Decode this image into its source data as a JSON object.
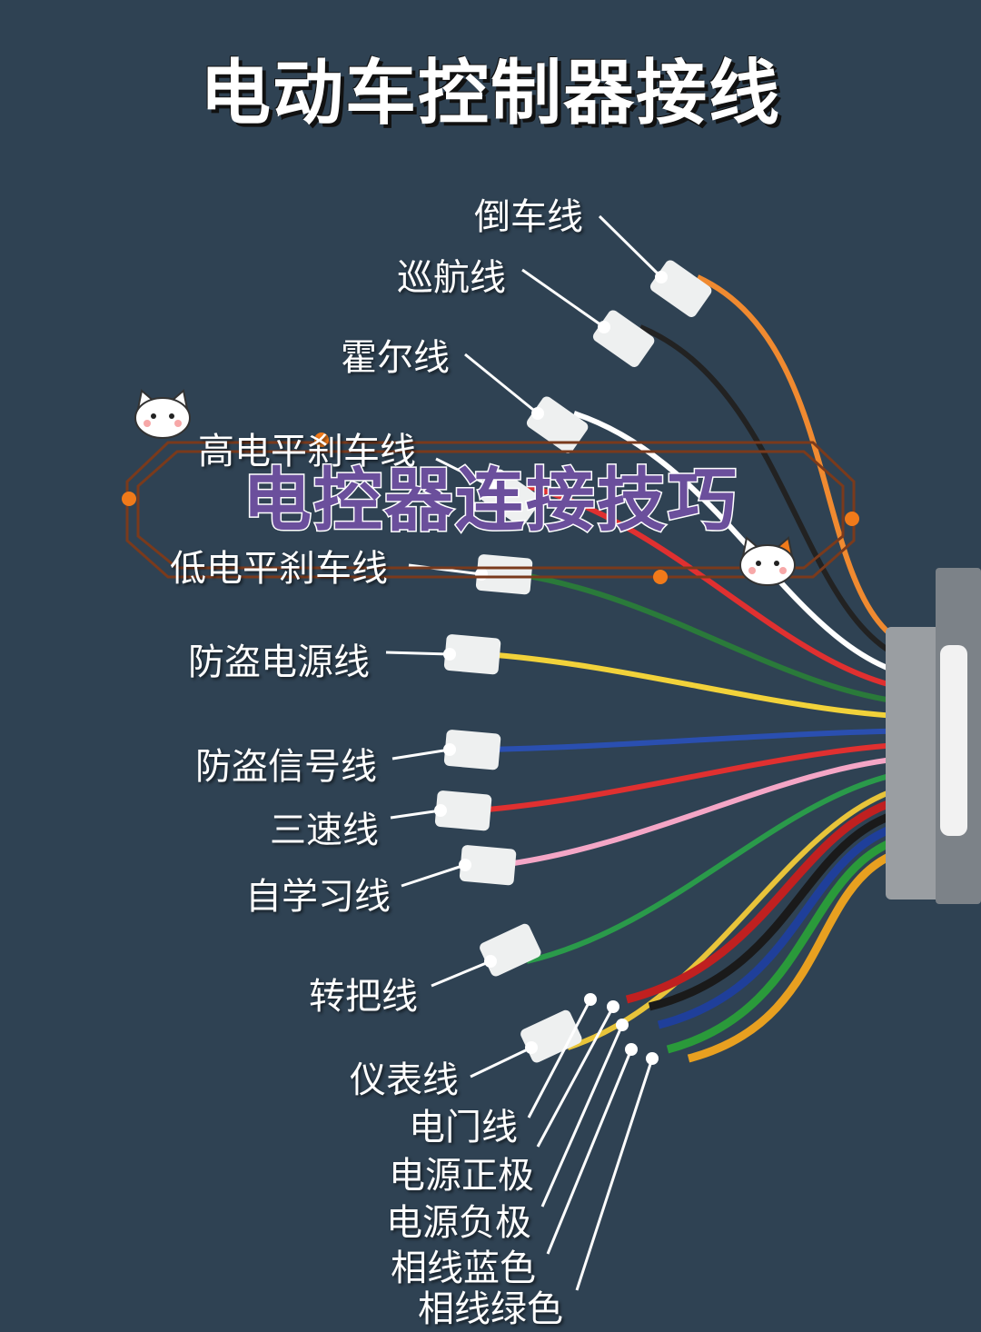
{
  "title": "电动车控制器接线",
  "overlay": {
    "text": "电控器连接技巧",
    "border_color": "#7a3a1c",
    "dot_color": "#f07a1a",
    "text_color": "#6b4f9c"
  },
  "labels": [
    {
      "text": "倒车线"
    },
    {
      "text": "巡航线"
    },
    {
      "text": "霍尔线"
    },
    {
      "text": "高电平刹车线"
    },
    {
      "text": "低电平刹车线"
    },
    {
      "text": "防盗电源线"
    },
    {
      "text": "防盗信号线"
    },
    {
      "text": "三速线"
    },
    {
      "text": "自学习线"
    },
    {
      "text": "转把线"
    },
    {
      "text": "仪表线"
    },
    {
      "text": "电门线"
    },
    {
      "text": "电源正极"
    },
    {
      "text": "电源负极"
    },
    {
      "text": "相线蓝色"
    },
    {
      "text": "相线绿色"
    }
  ],
  "colors": {
    "background": "#2f4253",
    "label": "#ffffff"
  }
}
